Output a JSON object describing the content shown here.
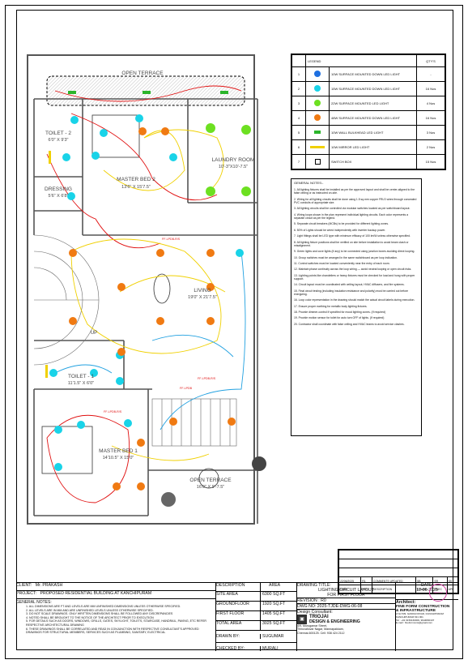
{
  "plan": {
    "open_terrace_top": "OPEN TERRACE",
    "toilet2": "TOILET - 2",
    "toilet2_dim": "6'0\" X 9'3\"",
    "dressing": "DRESSING",
    "dressing_dim": "5'6\" X 6'8\"",
    "master_bed2": "MASTER BED 2",
    "master_bed2_dim": "13'6\" X 15'7.5\"",
    "laundry": "LAUNDRY ROOM",
    "laundry_dim": "10'-3\"X10'-7.5\"",
    "living": "LIVING",
    "living_dim": "19'0\" X 21'7.5\"",
    "toilet1": "TOILET - 1",
    "toilet1_dim": "11'1.5\" X 6'0\"",
    "master_bed1": "MASTER BED 1",
    "master_bed1_dim": "14'10.5\" X 15'0\"",
    "open_terrace_bottom": "OPEN TERRACE",
    "open_terrace_bottom_dim": "16'0\" X 9'-7.5\"",
    "up": "UP",
    "ff_tag1": "FF-LPDB-R/S",
    "ff_tag2": "FF-LPDB",
    "ff_tag3": "FF-LPDB-R/S",
    "ff_tag4": "FF-LPDB-R/S"
  },
  "legend": {
    "col_legend": "LEGEND",
    "col_qty": "QTY'S",
    "items": [
      {
        "no": "1",
        "desc": "10W SURFACE MOUNTED DOWN LED LIGHT",
        "qty": "-",
        "color": "#1e6fe0"
      },
      {
        "no": "2",
        "desc": "15W SURFACE MOUNTED DOWN LED LIGHT",
        "qty": "16 Nos",
        "color": "#19d3e8"
      },
      {
        "no": "3",
        "desc": "22W SURFACE MOUNTED LED LIGHT",
        "qty": "4 Nos",
        "color": "#6de021"
      },
      {
        "no": "4",
        "desc": "48W SURFACE MOUNTED DOWN LED LIGHT",
        "qty": "16 Nos",
        "color": "#f07a12"
      },
      {
        "no": "5",
        "desc": "10W WALL BULKHEAD LED LIGHT",
        "qty": "3 Nos",
        "color": "#2bb52b"
      },
      {
        "no": "6",
        "desc": "10W MIRROR LED LIGHT",
        "qty": "2 Nos",
        "color": "#f0d000"
      },
      {
        "no": "7",
        "desc": "SWITCH BOX",
        "qty": "15 Nos",
        "color": "#444444"
      }
    ]
  },
  "notes": {
    "title": "GENERAL NOTES:-",
    "items": [
      "1. All lighting fixtures shall be installed as per the approved layout and shall be center-aligned to the false ceiling or as instructed on-site.",
      "2. Wiring for all lighting circuits shall be done using 1.5 sq.mm copper FRLS wires through concealed PVC conduits of appropriate size.",
      "3. All lighting circuits shall be controlled via modular switches located as per switchboard layout.",
      "4. Wiring loops shown in the plan represent individual lighting circuits. Each color represents a separate circuit as per the legend.",
      "5. Separate circuit breakers (MCBs) to be provided for different lighting zones.",
      "6. 50% of Lights should be wired independently with inverter backup power.",
      "7. Light fittings shall be LED type with minimum efficacy of 100 lm/W unless otherwise specified.",
      "8. All lighting fixture positions shall be verified on site before installation to avoid beam clash or misalignment.",
      "9. Green lights and cove lights (if any) to be connected using junction boxes avoiding direct looping.",
      "10. Group switches must be arranged in the same switchboard as per loop indication.",
      "11. Control switches must be located conveniently near the entry of each room.",
      "12. Maintain phase continuity across the loop wiring — avoid neutral looping or open circuit risks.",
      "13. Lighting points like chandeliers or heavy fixtures must be checked for load and hung with proper support.",
      "14. Circuit layout must be coordinated with ceiling layout, HVAC diffusers, and fire systems.",
      "15. Final circuit testing (including insulation resistance and polarity) must be carried out before energizing.",
      "16. Loop color representation in the drawing should match the actual circuit labels during execution.",
      "17. Ensure proper earthing for metallic body lighting fixtures.",
      "18. Provide dimmer-control if specified for mood lighting zones. (If required)",
      "19. Provide motion sensor for toilet for auto turn OFF of lights. (If required)",
      "20. Contractor shall coordinate with false ceiling and HVAC teams to avoid service clashes."
    ]
  },
  "revision": {
    "date": "22/06/2025",
    "rev": "R1",
    "desc": "COMMENTS UPDATED",
    "drawn": "SB",
    "chec": "SR",
    "app": "SS",
    "h_date": "DATE",
    "h_rev": "REV",
    "h_desc": "DESCRIPTION",
    "h_drawn": "DRAWN",
    "h_chec": "CHEC",
    "h_app": "APP"
  },
  "titleblock": {
    "client_label": "CLIENT:",
    "client": "Mr. PRAKASH",
    "project_label": "PROJECT:",
    "project": "PROPOSED RESIDENTIAL BUILDING AT KANCHIPURAM",
    "gn_title": "GENERAL NOTES:",
    "gn_items": [
      "1. ALL DIMENSIONS ARE FT AND LEVELS ARE MM UNFINISHED DIMENSIONS UNLESS OTHERWISE SPECIFIED.",
      "2. ALL LEVELS ARE IN MM AND ARE UNFINISHED LEVELS UNLESS OTHERWISE SPECIFIED.",
      "3. DO NOT SCALE DRAWINGS. ONLY WRITTEN DIMENSIONS SHALL BE FOLLOWED ANY DISCREPANCIES",
      "4. NOTED SHALL BE BROUGHT TO THE NOTICE OF THE ARCHITECT PRIOR TO EXECUTION",
      "5. FOR DETAILS SUCH AS DOORS, WINDOWS, GRILLS, GATES, SKYLIGHT, TOILETS, STAIRCASE, HANDRAIL, PAVING, ETC REFER RESPECTIVE ARCHITECTURAL DRAWING",
      "6. THESE DRAWINGS SHALL BE CORRELATED AND READ IN CONJUNCTION WITH RESPECTIVE CONSULTANT'S APPROVED DRAWINGS FOR STRUCTURAL MEMBERS, SERVICES SUCH AS PLUMBING, SANITARY, ELECTRICAL"
    ],
    "desc_label": "DESCRIPTION",
    "area_label": "AREA",
    "site_area_label": "SITE AREA",
    "site_area": "6300 SQ.FT",
    "ground_label": "GROUNDFLOOR",
    "ground": "1920 SQ.FT",
    "first_label": "FIRST FLOOR",
    "first": "1405 SQ.FT",
    "total_label": "TOTAL AREA",
    "total": "3025 SQ.FT",
    "drawn_label": "DRAWN BY:",
    "drawn": "SUGUMAR",
    "checked_label": "CHECKED BY:",
    "checked": "MURALI",
    "dtitle_label": "DRAWING TITLE:",
    "dtitle1": "LIGHTING CIRCUIT LAYOUT",
    "dtitle2": "FOR FIRST FLOOR",
    "revision_label": "REVISION : R0",
    "dwg_label": "DWG NO:",
    "dwg": "2025-TJDE-DWG-06-08",
    "consultant_label": "Design Consultant:",
    "consultant_name1": "TRIOJAI",
    "consultant_name2": "DESIGN & ENGINEERING",
    "consultant_addr1": "4/9, Murugamar Street,",
    "consultant_addr2": "Thiruvalluvar Nagar, Mannapakkam,",
    "consultant_addr3": "Chennai-600125. Cell: 938 424 2112",
    "date_label": "DATE:",
    "date": "12-06-2025",
    "architect_label": "Architect:",
    "architect1": "FINE FORM CONSTRUCTION",
    "architect2": "& INFRASTRUCTURE",
    "architect_addr1": "2 No:539, GANDHI ROAD, KANCHIPURAM",
    "architect_addr2": "KANCHIPURAM 631 001",
    "architect_addr3": "Tel : +91 9150160009, 9944800107",
    "architect_addr4": "E-mail : fineformcons@gmail.com",
    "stamp": "TRIOJAI"
  }
}
